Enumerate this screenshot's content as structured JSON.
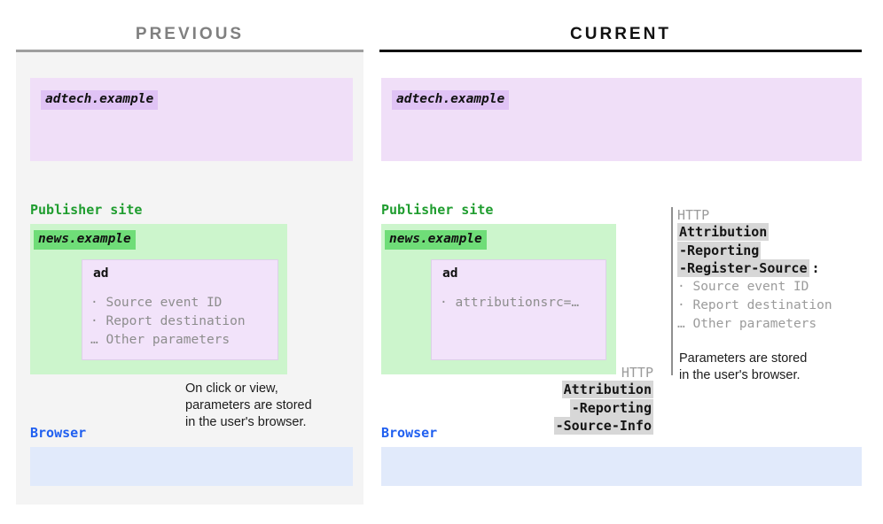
{
  "columns": {
    "previous": {
      "title": "PREVIOUS",
      "accent": "#9e9e9e"
    },
    "current": {
      "title": "CURRENT",
      "accent": "#101010"
    }
  },
  "colors": {
    "adtech_zone": "#f0dff8",
    "adtech_chip": "#e0c3f5",
    "publisher_zone": "#ccf5cc",
    "publisher_chip": "#6fdd78",
    "publisher_label": "#1f9d2f",
    "browser_zone": "#e1eafb",
    "browser_label": "#2160f0",
    "arrow": "#7d7d7d",
    "header_highlight": "#d7d7d7",
    "muted_text": "#9b9b9b",
    "panel_previous_bg": "#f4f4f4",
    "panel_current_bg": "#ffffff"
  },
  "previous": {
    "adtech_chip": "adtech.example",
    "publisher_label": "Publisher site",
    "publisher_chip": "news.example",
    "ad": {
      "title": "ad",
      "lines": "· Source event ID\n· Report destination\n… Other parameters"
    },
    "browser_label": "Browser",
    "note": "On click or view,\nparameters are stored\nin the user's browser."
  },
  "current": {
    "adtech_chip": "adtech.example",
    "publisher_label": "Publisher site",
    "publisher_chip": "news.example",
    "ad": {
      "title": "ad",
      "lines": "· attributionsrc=…"
    },
    "browser_label": "Browser",
    "request_header": {
      "protocol": "HTTP",
      "line1": "Attribution",
      "line2": "-Reporting",
      "line3": "-Source-Info"
    },
    "response_header": {
      "protocol": "HTTP",
      "line1": "Attribution",
      "line2": "-Reporting",
      "line3": "-Register-Source",
      "colon": ":",
      "params": "· Source event ID\n· Report destination\n… Other parameters"
    },
    "note": "Parameters are stored\nin the user's browser."
  }
}
